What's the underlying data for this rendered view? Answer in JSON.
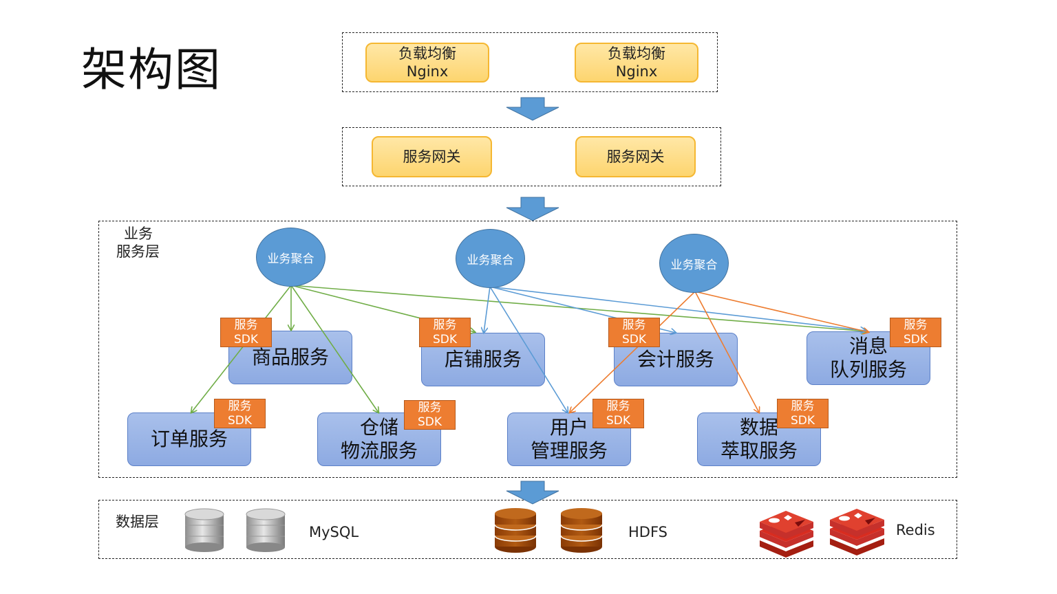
{
  "title": "架构图",
  "load_balancer": {
    "items": [
      {
        "line1": "负载均衡",
        "line2": "Nginx"
      },
      {
        "line1": "负载均衡",
        "line2": "Nginx"
      }
    ]
  },
  "gateway": {
    "items": [
      {
        "label": "服务网关"
      },
      {
        "label": "服务网关"
      }
    ]
  },
  "business_layer": {
    "label_line1": "业务",
    "label_line2": "服务层",
    "aggregators": [
      {
        "label": "业务聚合"
      },
      {
        "label": "业务聚合"
      },
      {
        "label": "业务聚合"
      }
    ],
    "services": [
      {
        "line1": "商品服务",
        "line2": ""
      },
      {
        "line1": "店铺服务",
        "line2": ""
      },
      {
        "line1": "会计服务",
        "line2": ""
      },
      {
        "line1": "消息",
        "line2": "队列服务"
      },
      {
        "line1": "订单服务",
        "line2": ""
      },
      {
        "line1": "仓储",
        "line2": "物流服务"
      },
      {
        "line1": "用户",
        "line2": "管理服务"
      },
      {
        "line1": "数据",
        "line2": "萃取服务"
      }
    ],
    "sdk_tag": {
      "line1": "服务",
      "line2": "SDK"
    }
  },
  "data_layer": {
    "label": "数据层",
    "stores": [
      {
        "label": "MySQL",
        "icon": "database-silver-icon"
      },
      {
        "label": "HDFS",
        "icon": "database-brown-icon"
      },
      {
        "label": "Redis",
        "icon": "redis-icon"
      }
    ]
  },
  "colors": {
    "arrow_fill": "#5b9bd5",
    "green_link": "#70ad47",
    "blue_link": "#5b9bd5",
    "orange_link": "#ed7d31",
    "sdk": "#ed7d31"
  }
}
